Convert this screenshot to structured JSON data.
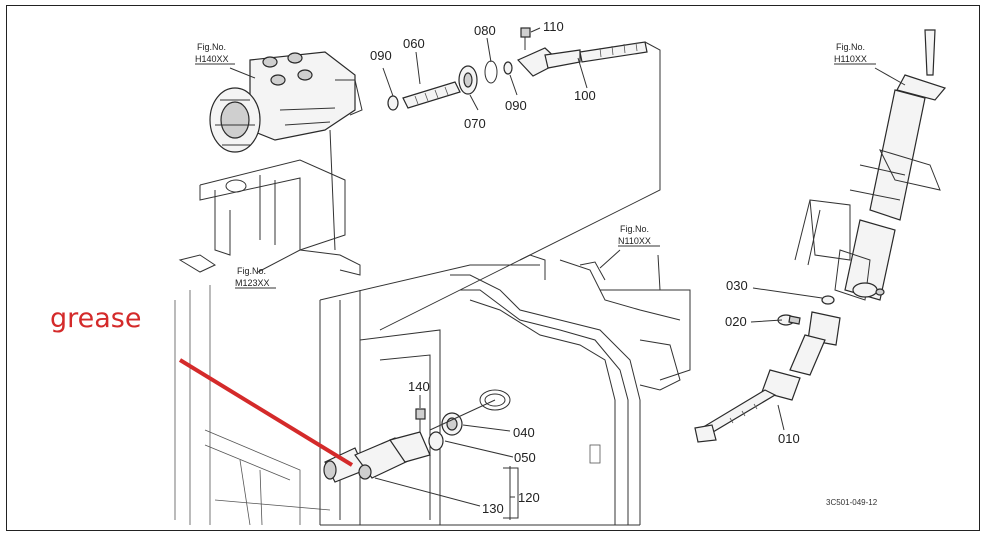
{
  "annotation": {
    "text": "grease",
    "color": "#d42a2a"
  },
  "figure_refs": {
    "h140": {
      "line1": "Fig.No.",
      "line2": "H140XX"
    },
    "h110": {
      "line1": "Fig.No.",
      "line2": "H110XX"
    },
    "m123": {
      "line1": "Fig.No.",
      "line2": "M123XX"
    },
    "n110": {
      "line1": "Fig.No.",
      "line2": "N110XX"
    }
  },
  "part_numbers": {
    "p010": "010",
    "p020": "020",
    "p030": "030",
    "p040": "040",
    "p050": "050",
    "p060": "060",
    "p070": "070",
    "p080": "080",
    "p090a": "090",
    "p090b": "090",
    "p100": "100",
    "p110": "110",
    "p120": "120",
    "p130": "130",
    "p140": "140"
  },
  "drawing_code": "3C501-049-12"
}
